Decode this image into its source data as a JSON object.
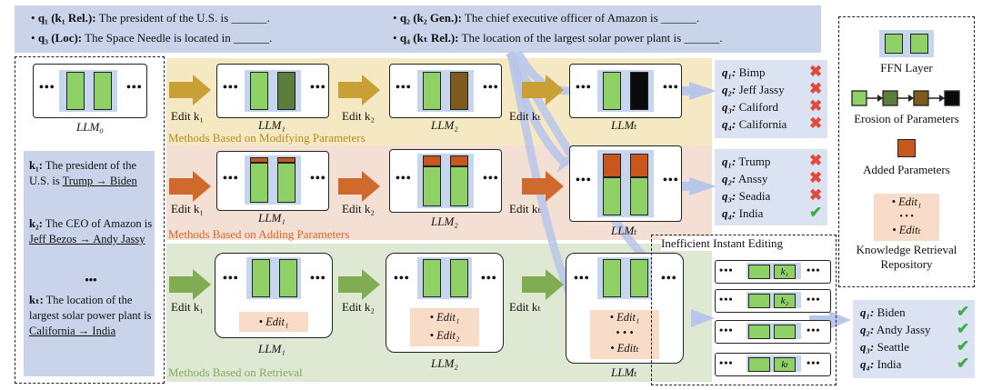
{
  "queries": [
    {
      "id": "q1",
      "label": "q₁ (k₁ Rel.):",
      "text": " The president of the U.S. is ______."
    },
    {
      "id": "q2",
      "label": "q₂ (k₂ Gen.):",
      "text": " The chief executive officer of Amazon is ______."
    },
    {
      "id": "q3",
      "label": "q₃ (Loc):",
      "text": " The Space Needle is located in ______."
    },
    {
      "id": "q4",
      "label": "q₄ (kₜ Rel.):",
      "text": " The location of the largest solar power plant is ______."
    }
  ],
  "llm0_label": "LLM₀",
  "knowledge": [
    {
      "label": "k₁:",
      "text": "The president of the U.S. is ",
      "old": "Trump → Biden"
    },
    {
      "label": "k₂:",
      "text": "The CEO of Amazon is ",
      "old": "Jeff Bezos → Andy Jassy"
    },
    {
      "label": "•••",
      "text": "",
      "old": ""
    },
    {
      "label": "kₜ:",
      "text": "The location of the largest solar power plant is ",
      "old": "California → India"
    }
  ],
  "panels": {
    "modify": "Methods Based on Modifying Parameters",
    "add": "Methods Based on Adding Parameters",
    "retrieve": "Methods Based on Retrieval"
  },
  "edit_labels": {
    "k1": "Edit k₁",
    "k2": "Edit k₂",
    "kt": "Edit kₜ"
  },
  "llm_labels": {
    "l1": "LLM₁",
    "l2": "LLM₂",
    "lt": "LLMₜ"
  },
  "dots": "•••",
  "ret_edits": {
    "e1": "Edit₁",
    "e2": "Edit₂",
    "dots": "• • •",
    "et": "Editₜ"
  },
  "results": {
    "modify": [
      [
        "q₁:",
        "Bimp"
      ],
      [
        "q₂:",
        "Jeff Jassy"
      ],
      [
        "q₃:",
        "Califord"
      ],
      [
        "q₄:",
        "California"
      ]
    ],
    "add": [
      [
        "q₁:",
        "Trump"
      ],
      [
        "q₂:",
        "Anssy"
      ],
      [
        "q₃:",
        "Seadia"
      ],
      [
        "q₄:",
        "India"
      ]
    ],
    "retrieve": [
      [
        "q₁:",
        "Biden"
      ],
      [
        "q₂:",
        "Andy Jassy"
      ],
      [
        "q₃:",
        "Seattle"
      ],
      [
        "q₄:",
        "India"
      ]
    ]
  },
  "marks": {
    "x": "✖",
    "ok": "✔"
  },
  "inefficient": "Inefficient Instant Editing",
  "mem_keys": {
    "k1": "k₁",
    "k2": "k₂",
    "kt": "kₜ"
  },
  "legend": {
    "ffn": "FFN Layer",
    "erosion": "Erosion of Parameters",
    "added": "Added Parameters",
    "retrieval": "Knowledge Retrieval Repository",
    "edit1": "Edit₁",
    "editt": "Editₜ",
    "dots": "• • •"
  },
  "colors": {
    "green": "#8fd166",
    "darkgreen": "#5c7e3c",
    "brown": "#7d5a1e",
    "black": "#0a0a0a",
    "orange": "#c7561f",
    "gold": "#c9a035",
    "rust": "#d06a2c",
    "leaf": "#80ad54",
    "blue": "#c9d4ea"
  }
}
